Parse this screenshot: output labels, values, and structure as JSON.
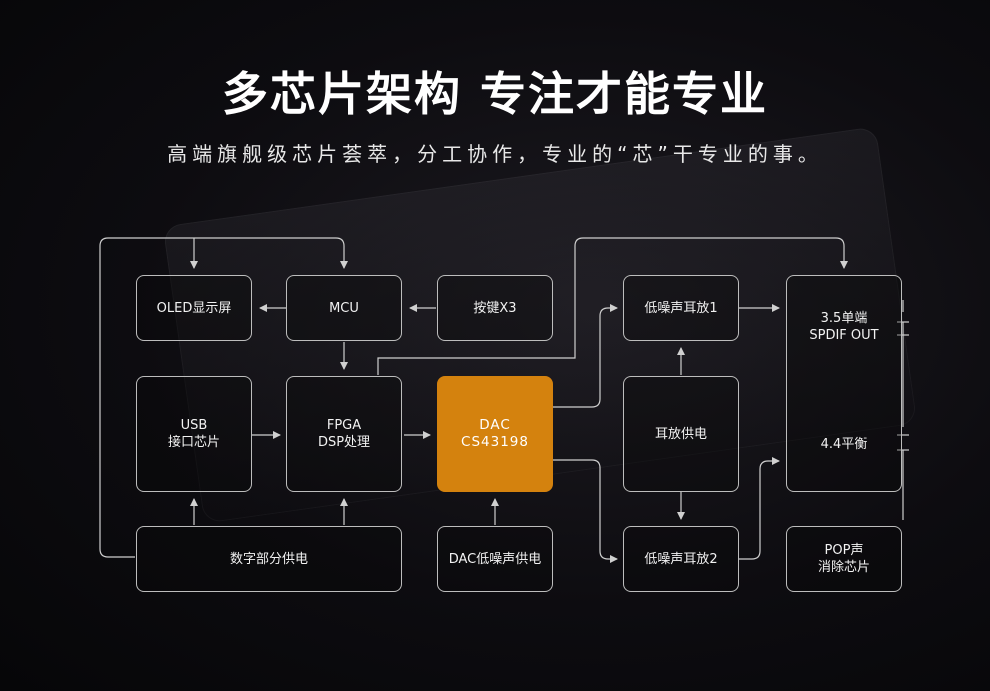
{
  "title": "多芯片架构 专注才能专业",
  "subtitle": "高端旗舰级芯片荟萃，分工协作，专业的“芯”干专业的事。",
  "accent_color": "#d4820e",
  "blocks": {
    "oled": "OLED显示屏",
    "mcu": "MCU",
    "keys": "按键X3",
    "lna1": "低噪声耳放1",
    "out1": "3.5单端\nSPDIF OUT",
    "usb": "USB\n接口芯片",
    "fpga": "FPGA\nDSP处理",
    "dac": "DAC\nCS43198",
    "hp_power": "耳放供电",
    "out2": "4.4平衡",
    "digital_power": "数字部分供电",
    "dac_power": "DAC低噪声供电",
    "lna2": "低噪声耳放2",
    "pop": "POP声\n消除芯片"
  }
}
